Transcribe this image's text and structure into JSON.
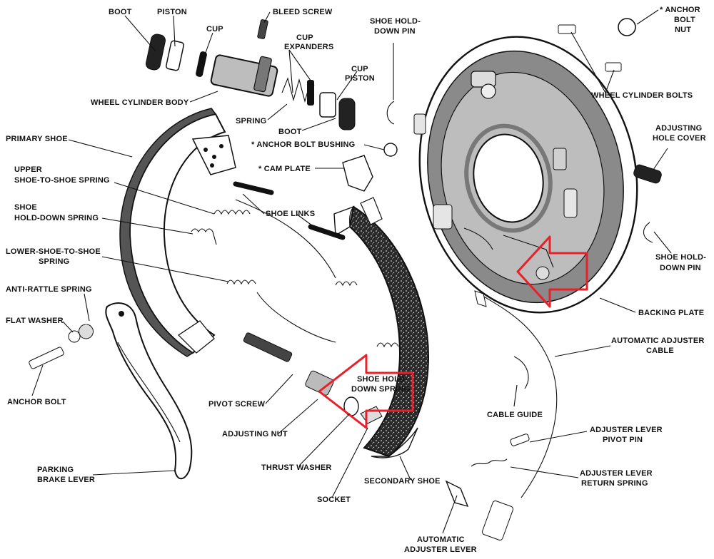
{
  "labels": {
    "boot_top": "BOOT",
    "piston_top": "PISTON",
    "bleed_screw": "BLEED SCREW",
    "cup_left": "CUP",
    "cup_expanders": [
      "CUP",
      "EXPANDERS"
    ],
    "cup_piston": [
      "CUP",
      "PISTON"
    ],
    "wheel_cylinder_body": "WHEEL CYLINDER BODY",
    "spring": "SPRING",
    "boot_lower": "BOOT",
    "anchor_bolt_bushing": "* ANCHOR BOLT BUSHING",
    "cam_plate": "* CAM PLATE",
    "shoe_links": "SHOE LINKS",
    "shoe_hold_down_pin_top": [
      "SHOE HOLD-",
      "DOWN PIN"
    ],
    "anchor_bolt_nut": [
      "* ANCHOR",
      "BOLT",
      "NUT"
    ],
    "wheel_cylinder_bolts": "WHEEL CYLINDER BOLTS",
    "adjusting_hole_cover": [
      "ADJUSTING",
      "HOLE COVER"
    ],
    "shoe_hold_down_pin_right": [
      "SHOE HOLD-",
      "DOWN PIN"
    ],
    "backing_plate": "BACKING PLATE",
    "automatic_adjuster_cable": [
      "AUTOMATIC ADJUSTER",
      "CABLE"
    ],
    "primary_shoe": "PRIMARY SHOE",
    "upper_spring": [
      "UPPER",
      "SHOE-TO-SHOE SPRING"
    ],
    "shoe_hold_down_spring_left": [
      "SHOE",
      "HOLD-DOWN SPRING"
    ],
    "lower_spring": [
      "LOWER-SHOE-TO-SHOE",
      "SPRING"
    ],
    "anti_rattle_spring": "ANTI-RATTLE SPRING",
    "flat_washer": "FLAT WASHER",
    "anchor_bolt": "ANCHOR BOLT",
    "pivot_screw": "PIVOT SCREW",
    "adjusting_nut": "ADJUSTING NUT",
    "thrust_washer": "THRUST WASHER",
    "socket": "SOCKET",
    "secondary_shoe": "SECONDARY SHOE",
    "shoe_hold_down_spring_center": [
      "SHOE HOLD-",
      "DOWN SPRING"
    ],
    "cable_guide": "CABLE GUIDE",
    "adjuster_lever_pivot_pin": [
      "ADJUSTER LEVER",
      "PIVOT PIN"
    ],
    "adjuster_lever_return_spring": [
      "ADJUSTER LEVER",
      "RETURN SPRING"
    ],
    "parking_brake_lever": [
      "PARKING",
      "BRAKE LEVER"
    ],
    "automatic_adjuster_lever": [
      "AUTOMATIC",
      "ADJUSTER LEVER"
    ]
  },
  "colors": {
    "ink": "#111111",
    "highlight_arrow": "#e8202a",
    "background": "#ffffff"
  }
}
